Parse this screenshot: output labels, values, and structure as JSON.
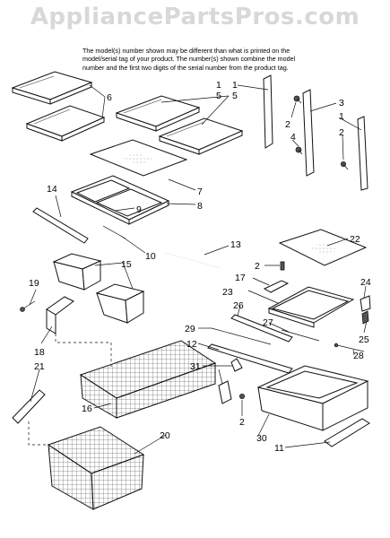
{
  "watermark": "AppliancePartsPros.com",
  "notice": {
    "lines": [
      "The model(s) number shown may be different than what is printed on the",
      "model/serial tag of your product. The number(s) shown combine the model",
      "number and the first two digits of the serial number from the product tag."
    ]
  },
  "callouts": [
    "1",
    "2",
    "3",
    "4",
    "5",
    "6",
    "7",
    "8",
    "9",
    "10",
    "11",
    "12",
    "13",
    "14",
    "15",
    "16",
    "17",
    "18",
    "19",
    "20",
    "21",
    "22",
    "23",
    "24",
    "25",
    "26",
    "27",
    "28",
    "29",
    "30",
    "31"
  ],
  "repeated_callouts": [
    "1",
    "2",
    "5",
    "2",
    "2"
  ]
}
